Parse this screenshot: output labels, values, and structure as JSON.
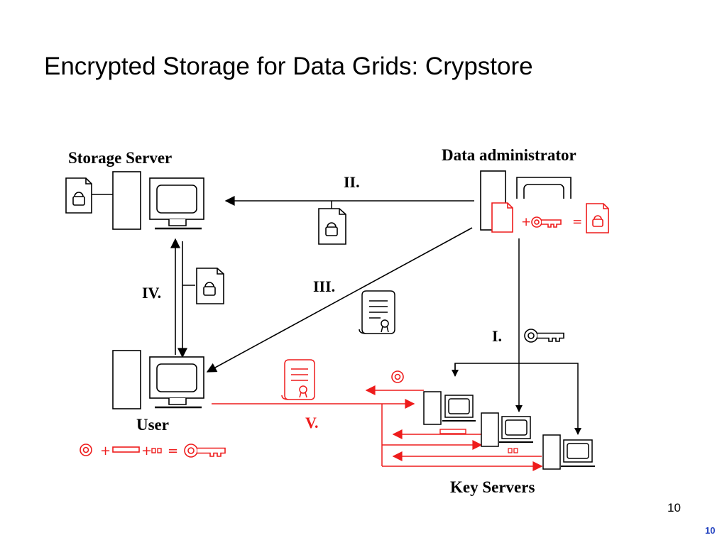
{
  "slide": {
    "title": "Encrypted Storage for Data Grids: Crypstore",
    "slide_number": "10",
    "footer_number": "10"
  },
  "diagram": {
    "nodes": {
      "storage_server": "Storage Server",
      "data_administrator": "Data administrator",
      "user": "User",
      "key_servers": "Key Servers"
    },
    "steps": {
      "step_1": "I.",
      "step_2": "II.",
      "step_3": "III.",
      "step_4": "IV.",
      "step_5": "V."
    },
    "operators": {
      "plus": "+",
      "equals": "="
    },
    "colors": {
      "black_flow": "#000000",
      "red_flow": "#ee1c1c"
    },
    "icons": [
      "file-icon",
      "key-icon",
      "encrypted-file-icon",
      "certificate-icon",
      "computer-icon",
      "key-share-icon"
    ]
  }
}
